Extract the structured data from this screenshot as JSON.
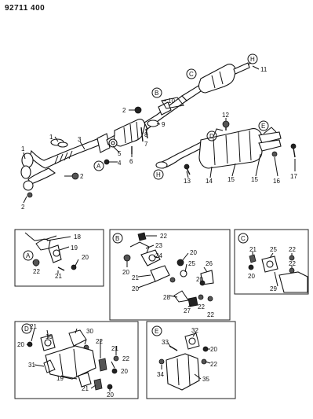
{
  "document_id": "92711 400",
  "main_callouts": {
    "c1a": "1",
    "c1b": "1",
    "c2a": "2",
    "c2b": "2",
    "c2c": "2",
    "c3": "3",
    "c4": "4",
    "c5": "5",
    "c6": "6",
    "c7": "7",
    "c8": "8",
    "c9": "9",
    "c10": "10",
    "c11": "11",
    "c12": "12",
    "c13": "13",
    "c14": "14",
    "c15a": "15",
    "c15b": "15",
    "c16": "16",
    "c17": "17"
  },
  "main_circled": {
    "A": "A",
    "B": "B",
    "C": "C",
    "D": "D",
    "E": "E",
    "H1": "H",
    "H2": "H"
  },
  "detail_A": {
    "tag": "A",
    "n18": "18",
    "n19": "19",
    "n20": "20",
    "n21": "21",
    "n22": "22"
  },
  "detail_B": {
    "tag": "B",
    "n22a": "22",
    "n23": "23",
    "n24": "24",
    "n20a": "20",
    "n20b": "20",
    "n20c": "20",
    "n21": "21",
    "n25": "25",
    "n26": "26",
    "n28": "28",
    "n27": "27",
    "n22b": "22",
    "n22c": "22",
    "n20d": "20"
  },
  "detail_C": {
    "tag": "C",
    "n21": "21",
    "n25": "25",
    "n22a": "22",
    "n20": "20",
    "n22b": "22",
    "n29": "29"
  },
  "detail_D": {
    "tag": "D",
    "n21a": "21",
    "n19a": "19",
    "n30": "30",
    "n20a": "20",
    "n22a": "22",
    "n21b": "21",
    "n22b": "22",
    "n31": "31",
    "n19b": "19",
    "n20b": "20",
    "n21c": "21",
    "n20c": "20"
  },
  "detail_E": {
    "tag": "E",
    "n33": "33",
    "n32": "32",
    "n20": "20",
    "n22": "22",
    "n34": "34",
    "n35": "35"
  }
}
